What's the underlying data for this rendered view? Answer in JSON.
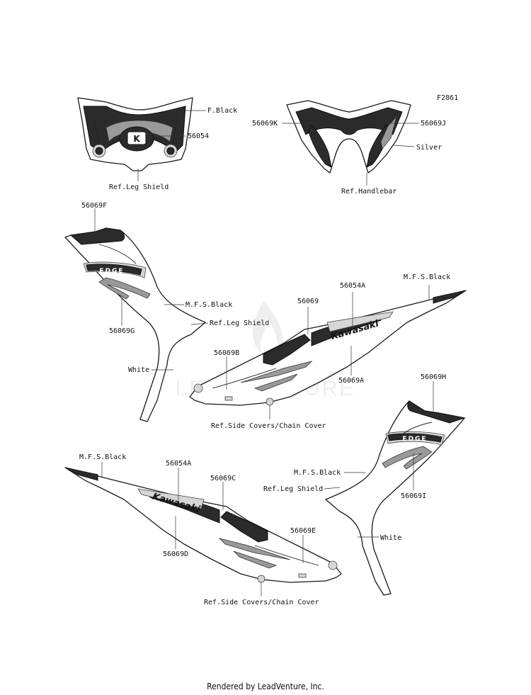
{
  "figure_code": "F2861",
  "watermark_text": "LEADVENTURE",
  "footer_text": "Rendered by LeadVenture, Inc.",
  "labels": {
    "front_fblack": "F.Black",
    "front_56054": "56054",
    "front_ref_leg_shield": "Ref.Leg Shield",
    "head_56069k": "56069K",
    "head_56069j": "56069J",
    "head_silver": "Silver",
    "head_ref_handlebar": "Ref.Handlebar",
    "lshroud_56069f": "56069F",
    "lshroud_mfs_black": "M.F.S.Black",
    "lshroud_56069g": "56069G",
    "lshroud_ref_leg_shield": "Ref.Leg Shield",
    "lshroud_white": "White",
    "rcover_mfs_black": "M.F.S.Black",
    "rcover_56054a": "56054A",
    "rcover_56069": "56069",
    "rcover_56069b": "56069B",
    "rcover_56069a": "56069A",
    "rcover_ref_side": "Ref.Side Covers/Chain Cover",
    "rshroud_56069h": "56069H",
    "rshroud_mfs_black": "M.F.S.Black",
    "rshroud_ref_leg_shield": "Ref.Leg Shield",
    "rshroud_56069i": "56069I",
    "rshroud_white": "White",
    "lcover_mfs_black": "M.F.S.Black",
    "lcover_56054a": "56054A",
    "lcover_56069c": "56069C",
    "lcover_56069e": "56069E",
    "lcover_56069d": "56069D",
    "lcover_ref_side": "Ref.Side Covers/Chain Cover"
  },
  "decal_text": {
    "kawasaki": "Kawasaki",
    "edge": "EDGE",
    "emblem": "K"
  }
}
